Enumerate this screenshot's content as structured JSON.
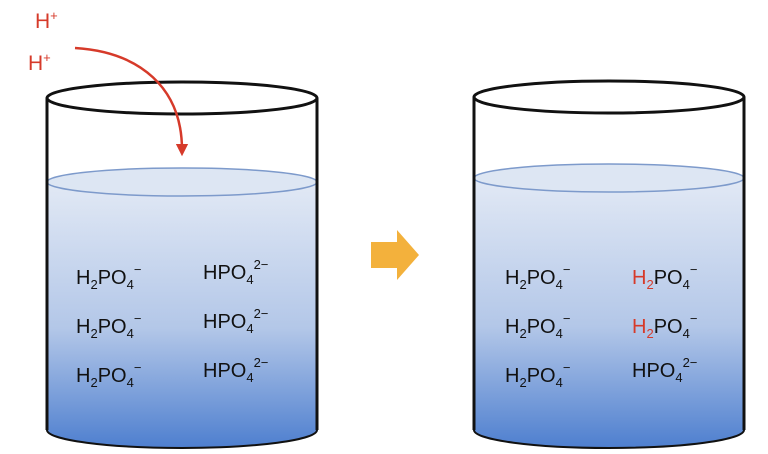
{
  "colors": {
    "red": "#d63a2a",
    "ink": "#111111",
    "liquid_top": "#e2e9f5",
    "liquid_bottom": "#4e7fcf",
    "arrow": "#f3b13c"
  },
  "added_protons": [
    {
      "base": "H",
      "sup": "+"
    },
    {
      "base": "H",
      "sup": "+"
    }
  ],
  "beaker_left": {
    "ions": [
      {
        "pre": "H",
        "sub1": "2",
        "mid": "PO",
        "sub2": "4",
        "sup": "−",
        "red_h": false
      },
      {
        "pre": "",
        "sub1": "",
        "mid": "HPO",
        "sub2": "4",
        "sup": "2−",
        "red_h": false
      },
      {
        "pre": "H",
        "sub1": "2",
        "mid": "PO",
        "sub2": "4",
        "sup": "−",
        "red_h": false
      },
      {
        "pre": "",
        "sub1": "",
        "mid": "HPO",
        "sub2": "4",
        "sup": "2−",
        "red_h": false
      },
      {
        "pre": "H",
        "sub1": "2",
        "mid": "PO",
        "sub2": "4",
        "sup": "−",
        "red_h": false
      },
      {
        "pre": "",
        "sub1": "",
        "mid": "HPO",
        "sub2": "4",
        "sup": "2−",
        "red_h": false
      }
    ]
  },
  "beaker_right": {
    "ions": [
      {
        "pre": "H",
        "sub1": "2",
        "mid": "PO",
        "sub2": "4",
        "sup": "−",
        "red_h": false
      },
      {
        "pre": "H",
        "sub1": "2",
        "mid": "PO",
        "sub2": "4",
        "sup": "−",
        "red_h": true
      },
      {
        "pre": "H",
        "sub1": "2",
        "mid": "PO",
        "sub2": "4",
        "sup": "−",
        "red_h": false
      },
      {
        "pre": "H",
        "sub1": "2",
        "mid": "PO",
        "sub2": "4",
        "sup": "−",
        "red_h": true
      },
      {
        "pre": "H",
        "sub1": "2",
        "mid": "PO",
        "sub2": "4",
        "sup": "−",
        "red_h": false
      },
      {
        "pre": "",
        "sub1": "",
        "mid": "HPO",
        "sub2": "4",
        "sup": "2−",
        "red_h": false
      }
    ]
  }
}
